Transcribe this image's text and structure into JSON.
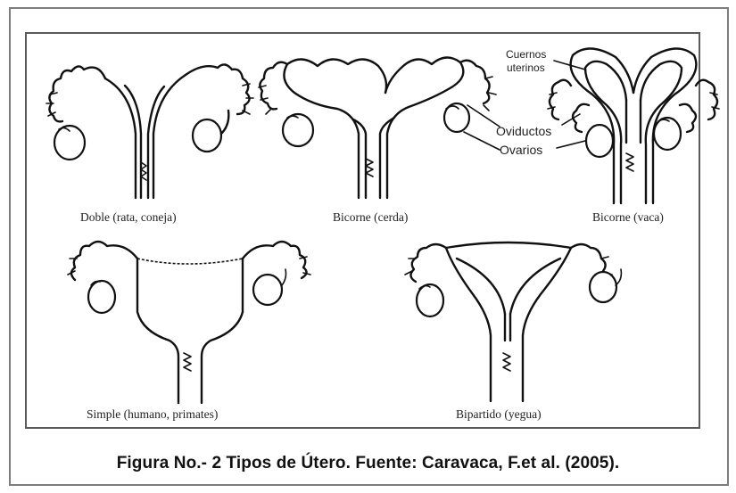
{
  "figure": {
    "labels": {
      "doble": "Doble (rata, coneja)",
      "bicorne_cerda": "Bicorne (cerda)",
      "bicorne_vaca": "Bicorne (vaca)",
      "simple": "Simple (humano, primates)",
      "bipartido": "Bipartido (yegua)"
    },
    "annotations": {
      "cuernos_line1": "Cuernos",
      "cuernos_line2": "uterinos",
      "oviductos": "Oviductos",
      "ovarios": "Ovarios"
    }
  },
  "caption": "Figura No.- 2 Tipos de Útero. Fuente: Caravaca, F.et al. (2005)."
}
